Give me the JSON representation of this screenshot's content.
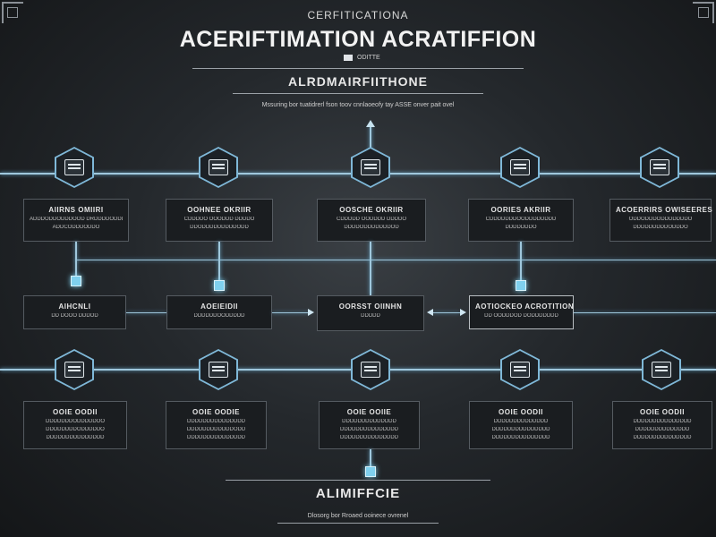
{
  "header": {
    "overline": "CERFITICATIONA",
    "title": "ACERIFTIMATION ACRATIFFION",
    "sub_label": "ODITTE",
    "section_title": "ALRDMAIRFIITHONE",
    "description": "Mssuring bor tuatidrerl fson toov cnnlaoeofy tay ASSE onver pait ovel"
  },
  "top_cards": [
    {
      "title": "AIIRNS OMIIRI",
      "lines": [
        "ADDDODDODDDOOD DRDDDDODDD",
        "ADDCODDDODDO"
      ]
    },
    {
      "title": "OOHNEE OKRIIR",
      "lines": [
        "CDDDDO OOODDD DDDDO",
        "DDODDDDDDDDDODD"
      ]
    },
    {
      "title": "OOSCHE OKRIIR",
      "lines": [
        "CDDDDD OODDDD DDDDO",
        "DDDDODDDDDDDOD"
      ]
    },
    {
      "title": "OORIES AKRIIR",
      "lines": [
        "CDDDDDDDOODDDDDDDD",
        "DDDDDDDO"
      ]
    },
    {
      "title": "ACOERRIRS OWISEERES",
      "lines": [
        "ODDODDDODDDDDDDO",
        "DDDDDDDDDODDDO"
      ]
    }
  ],
  "middle_row": [
    {
      "title": "AIHCNLI",
      "lines": [
        "DD DOOO DDDOD"
      ]
    },
    {
      "title": "AOEIEIDII",
      "lines": [
        "DDDDDDOODDDDD"
      ]
    },
    {
      "title": "OORSST OIINHN",
      "lines": [
        "DDDDD"
      ]
    },
    {
      "title": "AOTIOCKEO ACROTITION",
      "lines": [
        "DD OODDDOD DODDDDDDD"
      ]
    }
  ],
  "bottom_cards": [
    {
      "title": "OOIE OODII",
      "lines": [
        "DDDDDDDODDDDDOO",
        "DDDDDDDDODDDDDO",
        "DDDDDDDDDDDDDDD"
      ]
    },
    {
      "title": "OOIE OODIE",
      "lines": [
        "DDDDDDDDDDDDDDD",
        "DDDDDDDDDDDDODD",
        "DDDDDDDDDDDDDDD"
      ]
    },
    {
      "title": "OOIE OOIIE",
      "lines": [
        "DDDDDDDDDDDDDD",
        "DDDDDDDDDDDDDDD",
        "DDDDDDDDDDDDDDD"
      ]
    },
    {
      "title": "OOIE OODII",
      "lines": [
        "DDDDDDDDDDDDDD",
        "DDDDDDDDDDDDDDD",
        "DDDDDDDDDDDDDDD"
      ]
    },
    {
      "title": "OOIE OODII",
      "lines": [
        "DDDDDDDDDDDDDDD",
        "DDDDDDDDDDDDDD",
        "DDDDDDDDDDDDDDD"
      ]
    }
  ],
  "footer": {
    "title": "ALIMIFFCIE",
    "caption": "Dlosorg bor Rroaed ooinece ovrenel"
  },
  "colors": {
    "background": "#24282c",
    "connector": "#9fc7dc",
    "node": "#7fd0ee",
    "card": "#1a1d20"
  },
  "icons": [
    "printer-icon",
    "monitor-icon",
    "document-stand-icon",
    "screen-icon",
    "checklist-icon",
    "database-icon",
    "server-icon",
    "chip-icon",
    "box-icon",
    "laptop-icon"
  ]
}
